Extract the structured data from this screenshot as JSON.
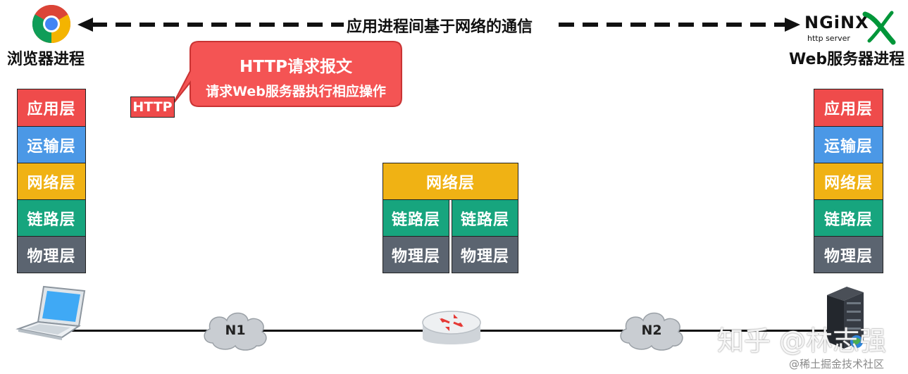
{
  "top": {
    "arrow_label": "应用进程间基于网络的通信",
    "left_process": "浏览器进程",
    "right_process": "Web服务器进程",
    "nginx_logo": "NGiNX",
    "nginx_sub": "http server"
  },
  "callout": {
    "title": "HTTP请求报文",
    "subtitle": "请求Web服务器执行相应操作"
  },
  "http_tag": "HTTP",
  "left_stack": [
    "应用层",
    "运输层",
    "网络层",
    "链路层",
    "物理层"
  ],
  "right_stack": [
    "应用层",
    "运输层",
    "网络层",
    "链路层",
    "物理层"
  ],
  "router_stack": {
    "network": "网络层",
    "link_left": "链路层",
    "link_right": "链路层",
    "phy_left": "物理层",
    "phy_right": "物理层"
  },
  "networks": [
    "N1",
    "N2"
  ],
  "watermarks": {
    "zhihu": "知乎 @林志强",
    "juejin": "@稀土掘金技术社区"
  },
  "colors": {
    "app": "#ef4b4b",
    "transport": "#4b98e6",
    "network": "#f0b214",
    "link": "#17a57e",
    "physical": "#5b6470",
    "callout": "#f45454"
  }
}
